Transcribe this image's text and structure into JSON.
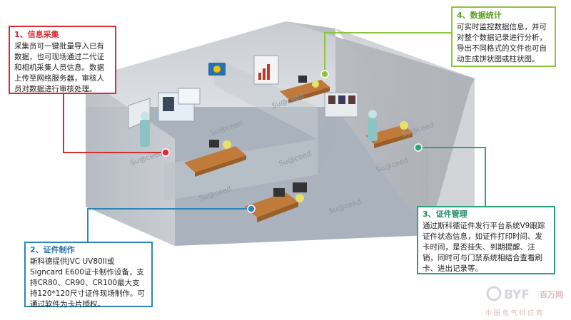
{
  "callouts": {
    "info": {
      "title": "1、信息采集",
      "body": "采集员可一键批量导入已有数据，也可现场通过二代证和相机采集人员信息。数据上传至网络服务器，审核人员对数据进行审核处理。",
      "color": "#d62c34"
    },
    "stats": {
      "title": "4、数据统计",
      "body": "可实时监控数据信息，并可对整个数据记录进行分析，导出不同格式的文件也可自动生成饼状图或柱状图。",
      "color": "#8cc63f"
    },
    "cert_mgmt": {
      "title": "3、证件管理",
      "body": "通过斯科德证件发行平台系统V9跟踪证件状态信息，如证件打印时间、发卡时间，是否挂失、到期提醒、注销，同时可与门禁系统相结合查看刷卡、进出记录等。",
      "color": "#2aa57a"
    },
    "cert_make": {
      "title": "2、证件制作",
      "body": "斯科德提供JVC UV80II或Signcard E600证卡制作设备，支持CR80、CR90、CR100最大支持120*120尺寸证件现场制作。可通过软件为卡片授权。",
      "color": "#2c86b8"
    }
  },
  "floor_brand": "Su@ceed",
  "logo": {
    "mark": "BYF",
    "cn": "百万网",
    "tagline": "中 国 电 气 供 应 商"
  }
}
